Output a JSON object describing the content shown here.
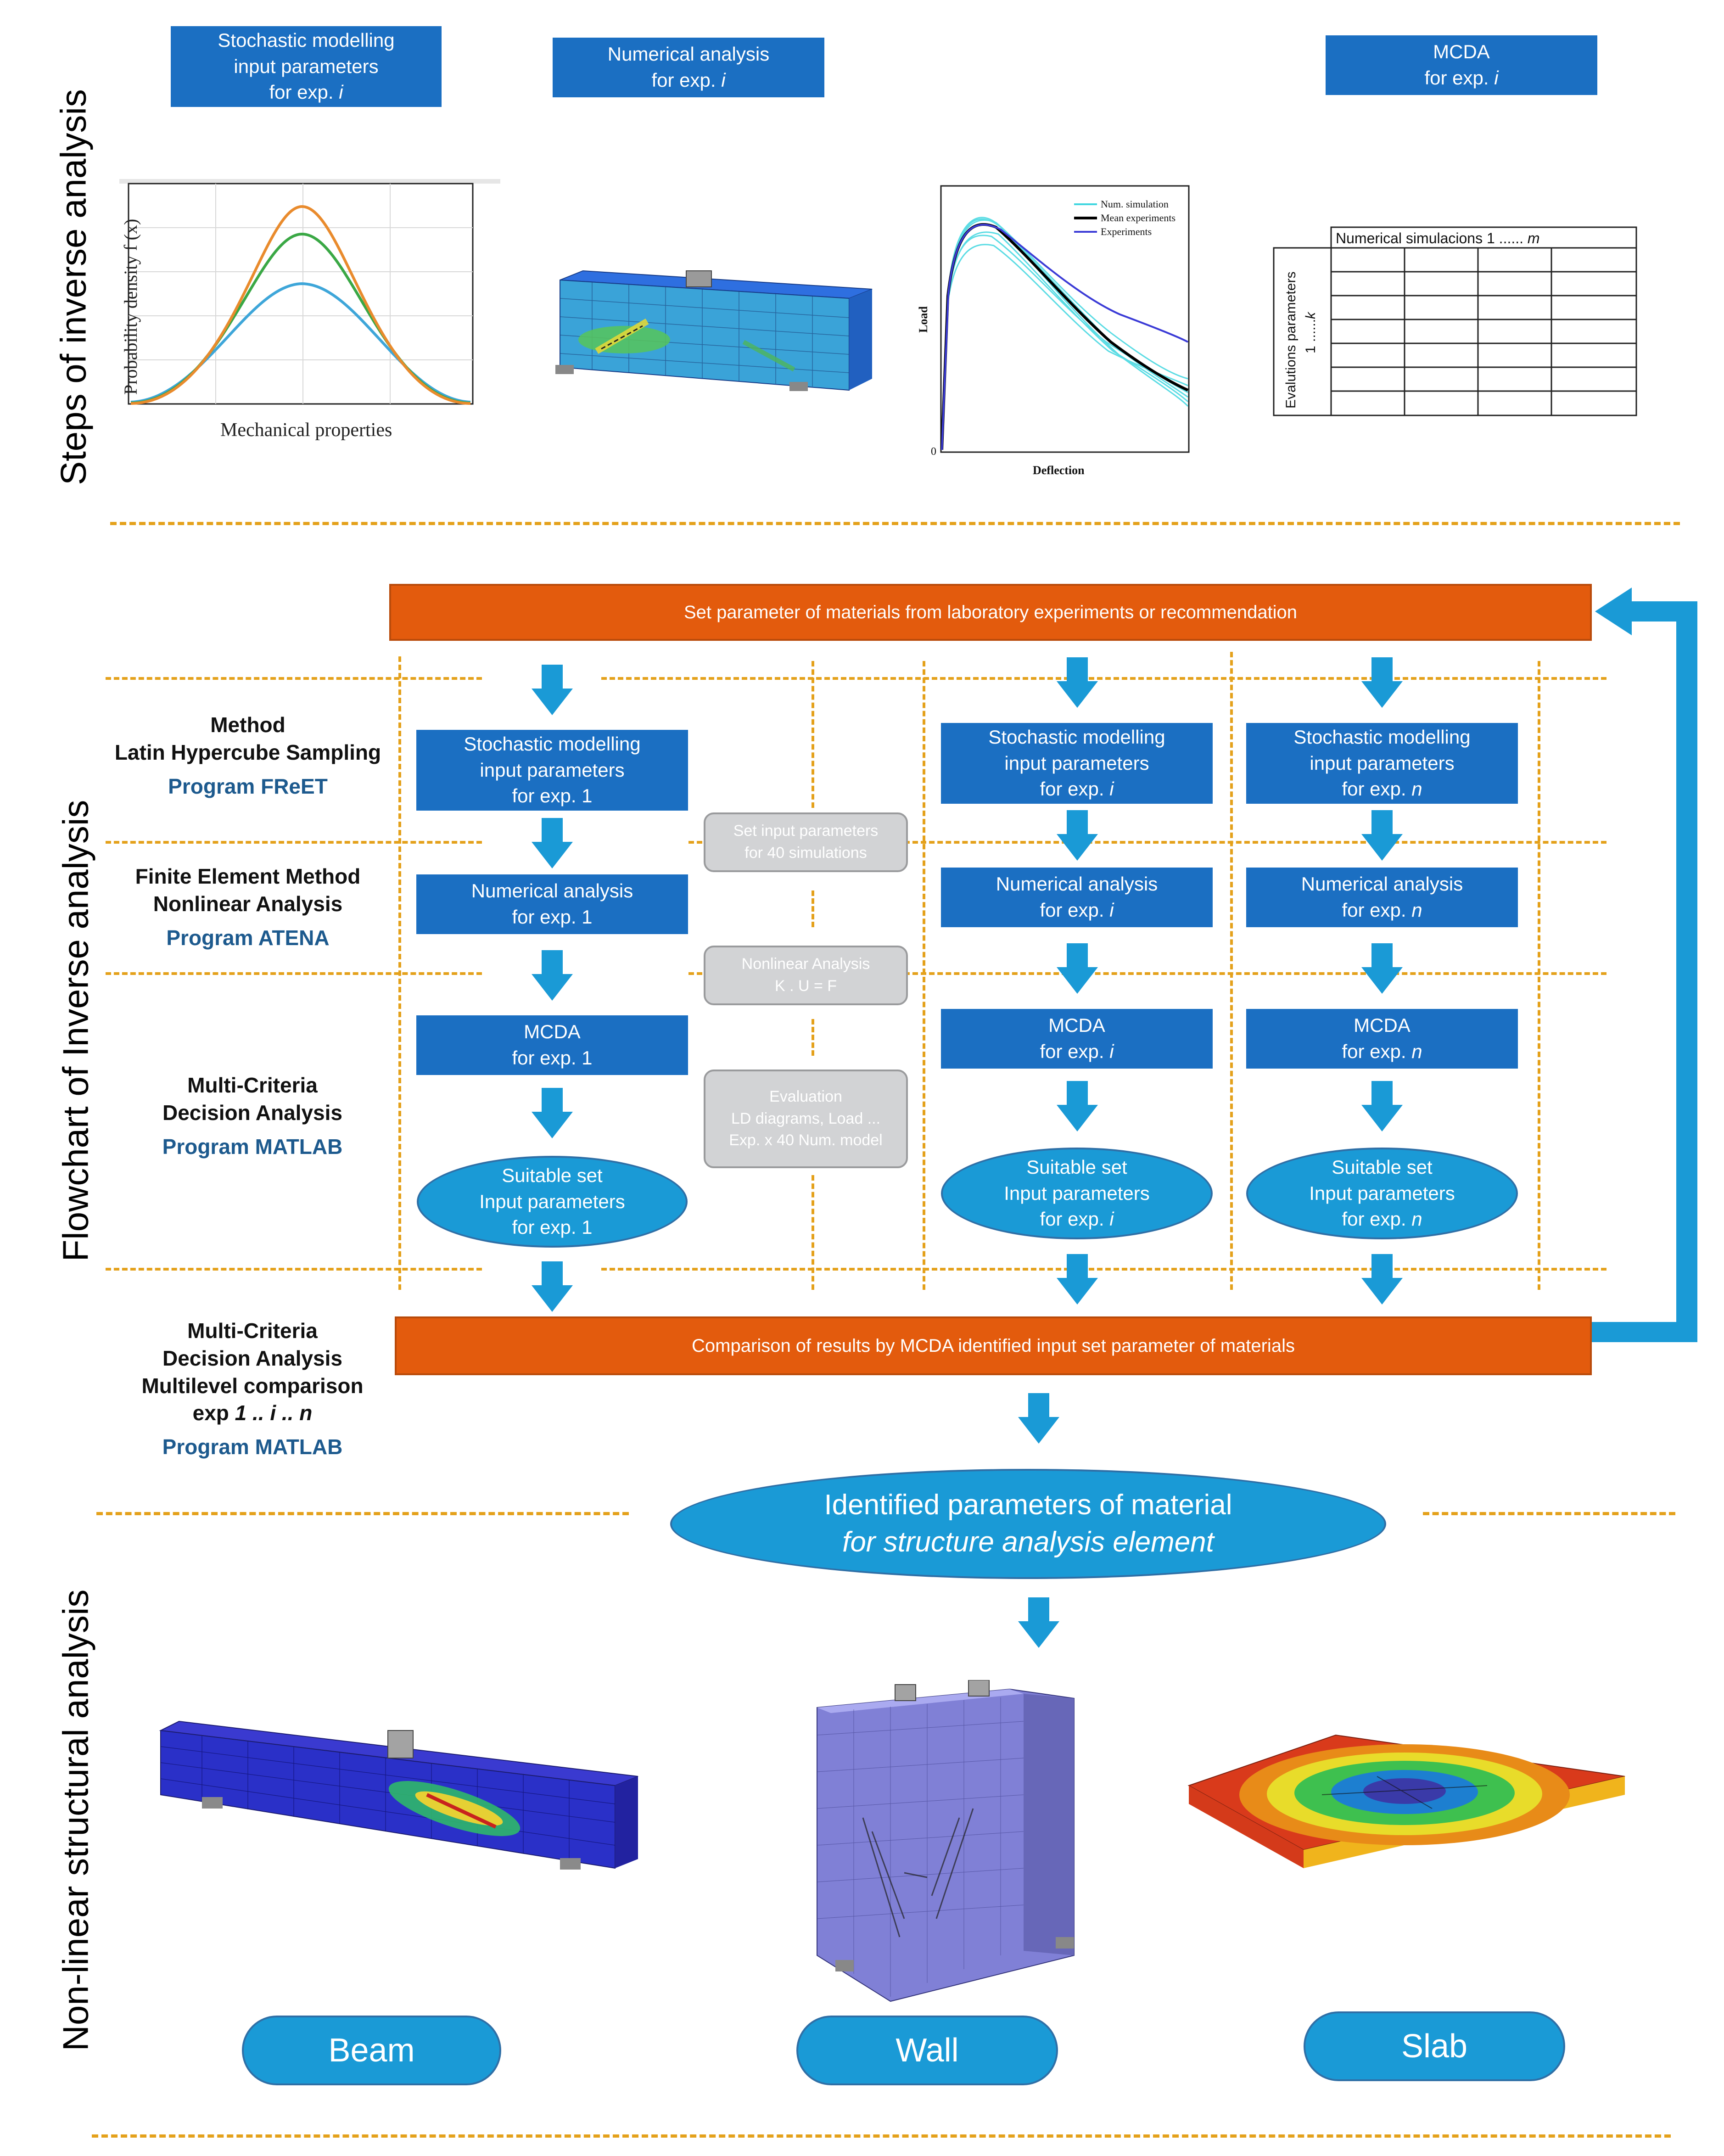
{
  "sections": {
    "steps": "Steps of inverse analysis",
    "flowchart": "Flowchart of Inverse analysis",
    "nonlinear": "Non-linear structural analysis"
  },
  "top_headers": {
    "stochastic": {
      "l1": "Stochastic modelling",
      "l2": "input parameters",
      "l3": "for exp. ",
      "l3i": "i"
    },
    "numerical": {
      "l1": "Numerical analysis",
      "l2": "for exp. ",
      "l2i": "i"
    },
    "mcda": {
      "l1": "MCDA",
      "l2": "for exp. ",
      "l2i": "i"
    }
  },
  "pdf_plot": {
    "ylabel": "Probability density  f (x)",
    "xlabel": "Mechanical  properties"
  },
  "ld_plot": {
    "ylabel": "Load",
    "xlabel": "Deflection",
    "origin": "0",
    "legend": [
      "Num. simulation",
      "Mean experiments",
      "Experiments"
    ],
    "legend_colors": [
      "#3fd6e0",
      "#000000",
      "#3b3bd6"
    ]
  },
  "mcda_table": {
    "header": "Numerical simulacions 1 ...... ",
    "header_i": "m",
    "row_label": "Evalutions parameters",
    "row_label2": "1 ......",
    "row_label2_i": "k"
  },
  "top_bar": "Set parameter of materials from laboratory experiments or recommendation",
  "methods": [
    {
      "l1": "Method",
      "l2": "Latin Hypercube Sampling",
      "prog": "Program FReET"
    },
    {
      "l1": "Finite Element Method",
      "l2": "Nonlinear Analysis",
      "prog": "Program ATENA"
    },
    {
      "l1": "Multi-Criteria",
      "l2": "Decision Analysis",
      "prog": "Program MATLAB"
    }
  ],
  "method4": {
    "l1": "Multi-Criteria",
    "l2": "Decision Analysis",
    "l3": "Multilevel comparison",
    "l4a": "exp ",
    "l4b": "1 .. i .. n",
    "prog": "Program MATLAB"
  },
  "col1": {
    "stoch": [
      "Stochastic modelling",
      "input parameters",
      "for exp. 1"
    ],
    "num": [
      "Numerical analysis",
      "for exp. 1"
    ],
    "mcda": [
      "MCDA",
      "for exp. 1"
    ],
    "suit": [
      "Suitable set",
      "Input parameters",
      "for exp. 1"
    ]
  },
  "coli": {
    "stoch": [
      "Stochastic modelling",
      "input parameters",
      "for exp. "
    ],
    "idx": "i",
    "num": [
      "Numerical analysis",
      "for exp. "
    ],
    "mcda": [
      "MCDA",
      "for exp. "
    ],
    "suit": [
      "Suitable set",
      "Input parameters",
      "for exp. "
    ]
  },
  "coln": {
    "stoch": [
      "Stochastic modelling",
      "input parameters",
      "for exp. "
    ],
    "idx": "n",
    "num": [
      "Numerical analysis",
      "for exp. "
    ],
    "mcda": [
      "MCDA",
      "for exp. "
    ],
    "suit": [
      "Suitable set",
      "Input parameters",
      "for exp. "
    ]
  },
  "gray_notes": {
    "g1": [
      "Set input parameters",
      "for  40  simulations"
    ],
    "g2": [
      "Nonlinear Analysis",
      "K . U = F"
    ],
    "g3": [
      "Evaluation",
      "LD diagrams, Load ...",
      "Exp. x 40 Num. model"
    ]
  },
  "bottom_bar": "Comparison of results by MCDA identified input set parameter of materials",
  "identified": {
    "l1": "Identified parameters of material",
    "l2": "for structure analysis element"
  },
  "elements": [
    "Beam",
    "Wall",
    "Slab"
  ],
  "colors": {
    "blue_box": "#1b6fc2",
    "oval": "#1a9ad6",
    "orange": "#e35b0d",
    "dash": "#e4a11b",
    "gray": "#d2d3d5"
  }
}
